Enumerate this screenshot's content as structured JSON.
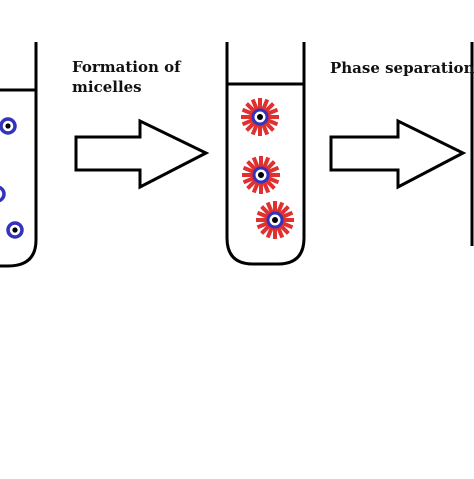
{
  "labels": {
    "formation_line1": "Formation of",
    "formation_line2": "micelles",
    "phase_separation": "Phase separation"
  },
  "colors": {
    "outline": "#000000",
    "particle_ring": "#3333bb",
    "micelle_tail": "#e03030",
    "background": "#ffffff"
  },
  "icons": {
    "arrow": "arrow-right-icon",
    "particle": "particle-icon",
    "micelle": "micelle-icon",
    "tube": "test-tube-icon"
  }
}
